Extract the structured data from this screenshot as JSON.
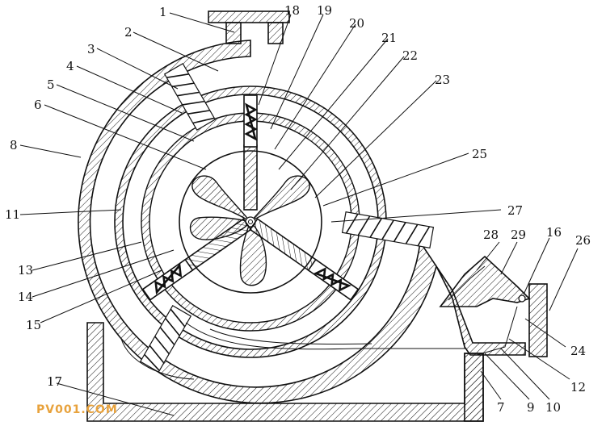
{
  "diagram": {
    "labels": [
      "1",
      "2",
      "3",
      "4",
      "5",
      "6",
      "8",
      "11",
      "13",
      "14",
      "15",
      "17",
      "18",
      "19",
      "20",
      "21",
      "22",
      "23",
      "25",
      "27",
      "28",
      "29",
      "16",
      "26",
      "24",
      "12",
      "10",
      "9",
      "7"
    ],
    "watermark": "PV001.COM"
  },
  "colors": {
    "ink": "#111111",
    "watermark": "#e8a23c",
    "background": "#ffffff"
  }
}
